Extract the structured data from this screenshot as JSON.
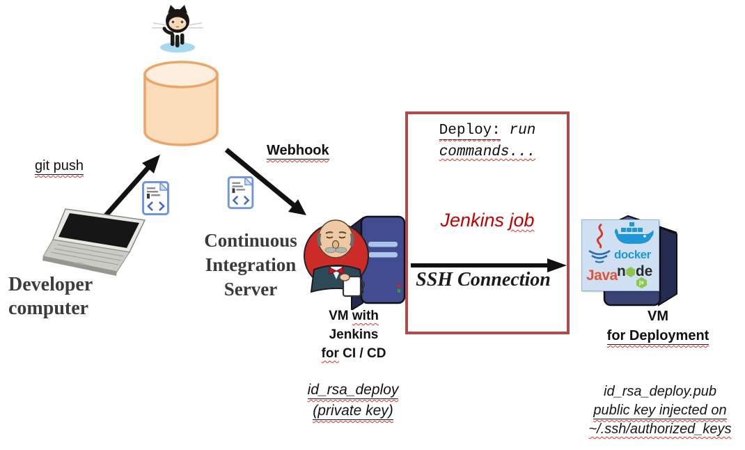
{
  "diagram_title": "CI/CD pipeline with Jenkins diagram",
  "labels": {
    "git_push": "git push",
    "webhook": "Webhook",
    "developer": [
      "Developer",
      "computer"
    ],
    "ci_server": [
      "Continuous",
      "Integration",
      "Server"
    ],
    "vm_jenkins": {
      "l1a": "VM",
      "l1b": "with",
      "l2": "Jenkins",
      "l3a": "for",
      "l3b": "CI / CD"
    },
    "private_key": [
      "id_rsa_deploy",
      "(private key)"
    ],
    "deploy_cmd": {
      "plain": "Deploy:",
      "italic1": "run",
      "italic2": "commands..."
    },
    "jenkins_job": {
      "a": "Jenkins",
      "b": "job"
    },
    "ssh_connection": "SSH Connection",
    "vm_deploy": [
      "VM",
      "for Deployment"
    ],
    "public_key": [
      "id_rsa_deploy.pub",
      "public key injected on",
      "~/.ssh/authorized_keys"
    ]
  },
  "tech_logos": {
    "java": "Java",
    "docker": "docker",
    "node_a": "n",
    "node_b": "de",
    "node_badge": "js"
  },
  "colors": {
    "deploy_box_border": "#b04a4c",
    "jenkins_job_red": "#c00000",
    "squiggle_red": "#e0302e",
    "cylinder_fill": "#fbdcb8",
    "cylinder_stroke": "#eca566",
    "docker_blue": "#1e97d4",
    "java_orange": "#e2543a",
    "node_green": "#8cc84b",
    "server_navy": "#3f4a8c",
    "arrow_black": "#111111",
    "octocat_pool_blue": "#a6d9ef"
  },
  "icons": {
    "github": "github-octocat-icon",
    "repository": "repository-cylinder-icon",
    "laptop": "laptop-icon",
    "code_file": "code-file-icon",
    "jenkins": "jenkins-mascot-icon",
    "server": "server-tower-icon",
    "java": "java-icon",
    "docker": "docker-icon",
    "node": "nodejs-icon"
  }
}
